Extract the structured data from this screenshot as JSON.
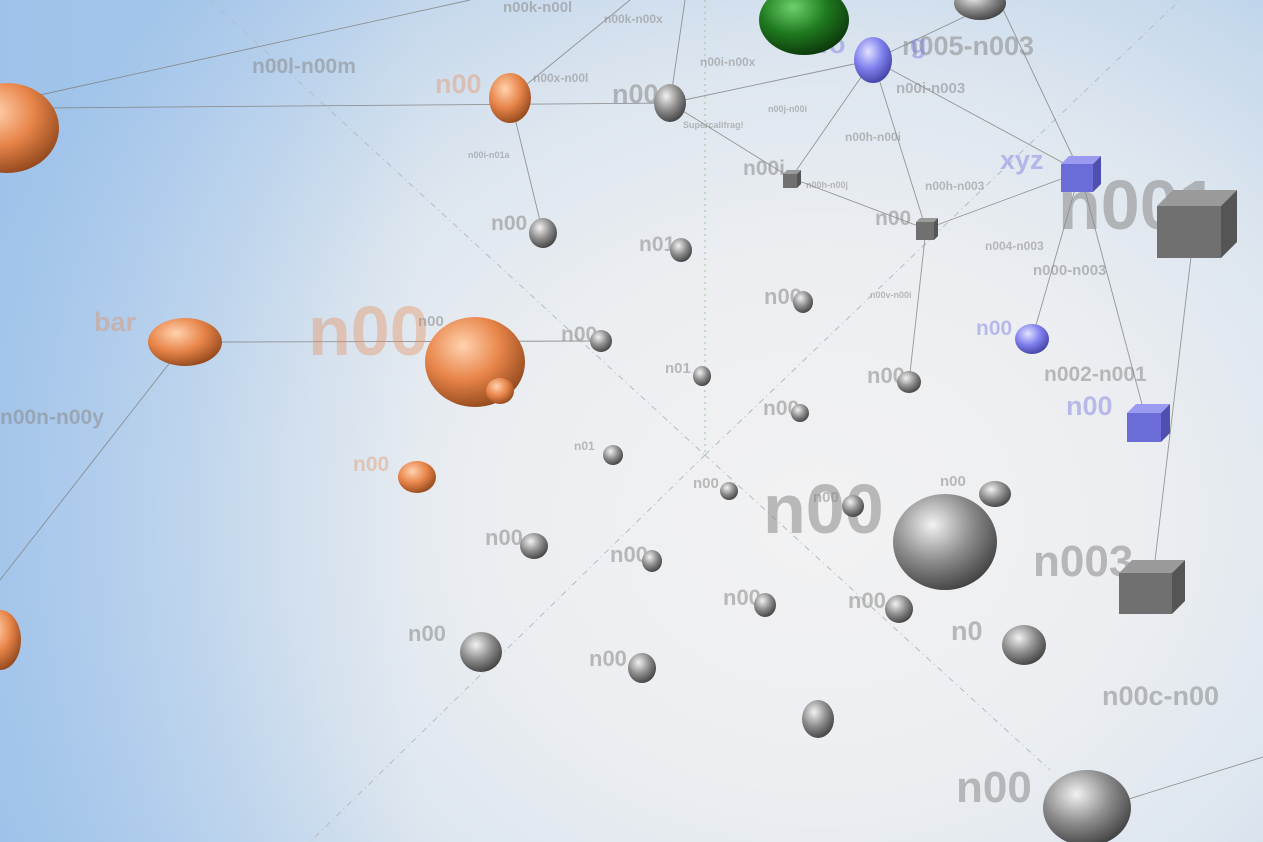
{
  "viewer": {
    "title": ""
  },
  "labels": [
    {
      "text": "n00k-n00l",
      "color": "gray",
      "size": "s"
    },
    {
      "text": "n00k-n00x",
      "color": "gray",
      "size": "xs"
    },
    {
      "text": "n00l-n00m",
      "color": "gray",
      "size": "m"
    },
    {
      "text": "n00x-n00l",
      "color": "gray",
      "size": "xs"
    },
    {
      "text": "n00i-n00x",
      "color": "gray",
      "size": "xs"
    },
    {
      "text": "n005-n003",
      "color": "gray",
      "size": "l"
    },
    {
      "text": "n00i-n003",
      "color": "gray",
      "size": "s"
    },
    {
      "text": "n00j-n00i",
      "color": "gray",
      "size": "xxs"
    },
    {
      "text": "Supercalifrag!",
      "color": "gray",
      "size": "xxs"
    },
    {
      "text": "n00h-n00i",
      "color": "gray",
      "size": "xs"
    },
    {
      "text": "n00i-n01a",
      "color": "gray",
      "size": "xxs"
    },
    {
      "text": "n00h-n00j",
      "color": "gray",
      "size": "xxs"
    },
    {
      "text": "n00h-n003",
      "color": "gray",
      "size": "xs"
    },
    {
      "text": "xyz",
      "color": "blue",
      "size": "l"
    },
    {
      "text": "n001",
      "color": "gray",
      "size": "xxl"
    },
    {
      "text": "n004-n003",
      "color": "gray",
      "size": "xs"
    },
    {
      "text": "n000-n003",
      "color": "gray",
      "size": "s"
    },
    {
      "text": "bar",
      "color": "orange",
      "size": "l"
    },
    {
      "text": "n00v-n00i",
      "color": "gray",
      "size": "xxs"
    },
    {
      "text": "n00n-n00y",
      "color": "gray",
      "size": "m"
    },
    {
      "text": "n002-n001",
      "color": "gray",
      "size": "m"
    },
    {
      "text": "n00c-n00",
      "color": "gray",
      "size": "l"
    },
    {
      "text": "wo",
      "color": "blue",
      "size": "l"
    },
    {
      "text": "g",
      "color": "blue",
      "size": "l"
    },
    {
      "text": "n00",
      "color": "orange",
      "size": "l"
    },
    {
      "text": "n00",
      "color": "orange",
      "size": "xxl"
    },
    {
      "text": "n00",
      "color": "orange",
      "size": "m"
    },
    {
      "text": "n00",
      "color": "gray",
      "size": "l"
    },
    {
      "text": "n00",
      "color": "gray",
      "size": "m"
    },
    {
      "text": "n00",
      "color": "blue",
      "size": "m"
    },
    {
      "text": "n00",
      "color": "blue",
      "size": "l"
    },
    {
      "text": "n00",
      "color": "gray",
      "size": "xxl"
    },
    {
      "text": "n003",
      "color": "gray",
      "size": "xl"
    },
    {
      "text": "n00",
      "color": "gray",
      "size": "xl"
    },
    {
      "text": "n01",
      "color": "gray",
      "size": "m"
    },
    {
      "text": "n01",
      "color": "gray",
      "size": "s"
    },
    {
      "text": "n01",
      "color": "gray",
      "size": "xs"
    },
    {
      "text": "n00",
      "color": "gray",
      "size": "s"
    },
    {
      "text": "n00",
      "color": "gray",
      "size": "ml"
    },
    {
      "text": "n00",
      "color": "gray",
      "size": "ml"
    },
    {
      "text": "n00i",
      "color": "gray",
      "size": "m"
    },
    {
      "text": "n00",
      "color": "gray",
      "size": "m"
    },
    {
      "text": "n00",
      "color": "gray",
      "size": "m"
    },
    {
      "text": "n00",
      "color": "gray",
      "size": "m"
    },
    {
      "text": "n00",
      "color": "gray",
      "size": "s"
    },
    {
      "text": "n00",
      "color": "gray",
      "size": "s"
    },
    {
      "text": "n00",
      "color": "gray",
      "size": "s"
    },
    {
      "text": "n00",
      "color": "gray",
      "size": "ml"
    },
    {
      "text": "n00",
      "color": "gray",
      "size": "ml"
    },
    {
      "text": "n00",
      "color": "gray",
      "size": "ml"
    },
    {
      "text": "n00",
      "color": "gray",
      "size": "ml"
    },
    {
      "text": "n00",
      "color": "gray",
      "size": "ml"
    },
    {
      "text": "n00",
      "color": "gray",
      "size": "ml"
    },
    {
      "text": "n0",
      "color": "gray",
      "size": "l"
    }
  ],
  "palette": {
    "orange": "#e8854a",
    "gray": "#8a8a8a",
    "blue": "#7a7ae0",
    "green": "#1f7a1f",
    "edge": "#808080"
  }
}
